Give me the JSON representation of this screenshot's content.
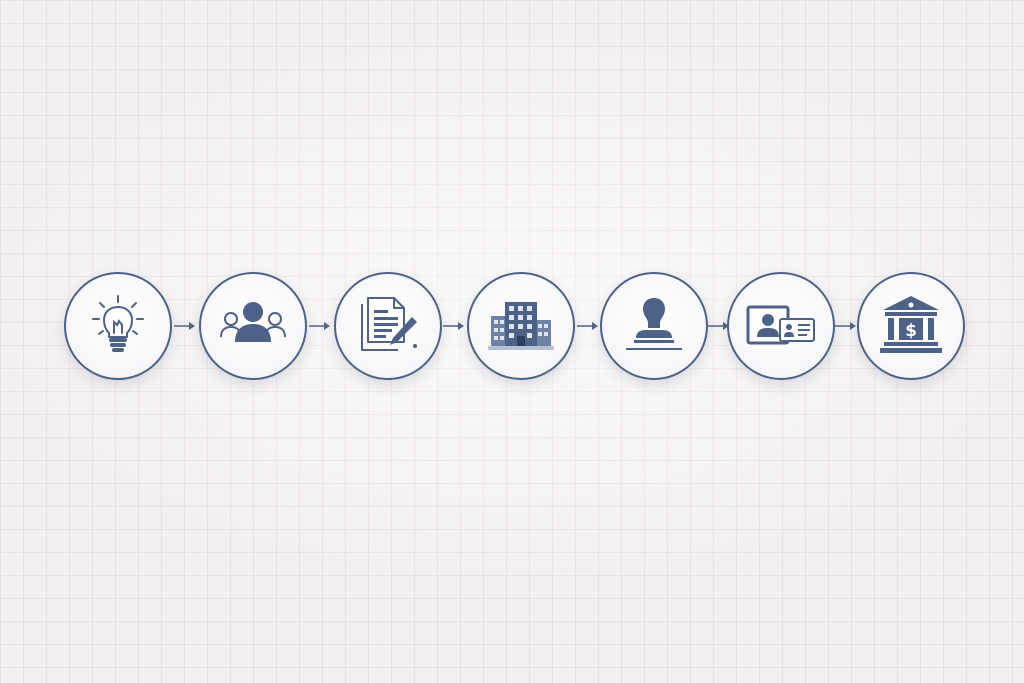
{
  "diagram": {
    "type": "process-flow",
    "colors": {
      "icon": "#4d6286",
      "outline": "#4d6286",
      "circle_fill": "#fafafc",
      "background": "#f4f0f1",
      "grid": "#d8d0d5"
    },
    "steps": [
      {
        "icon": "lightbulb-icon"
      },
      {
        "icon": "people-group-icon"
      },
      {
        "icon": "document-pen-icon"
      },
      {
        "icon": "office-buildings-icon"
      },
      {
        "icon": "rubber-stamp-icon"
      },
      {
        "icon": "id-cards-icon"
      },
      {
        "icon": "bank-dollar-icon"
      }
    ],
    "connectors": [
      {
        "from": 1,
        "to": 2
      },
      {
        "from": 2,
        "to": 3
      },
      {
        "from": 3,
        "to": 4
      },
      {
        "from": 4,
        "to": 5
      },
      {
        "from": 5,
        "to": 6
      },
      {
        "from": 6,
        "to": 7
      }
    ]
  }
}
